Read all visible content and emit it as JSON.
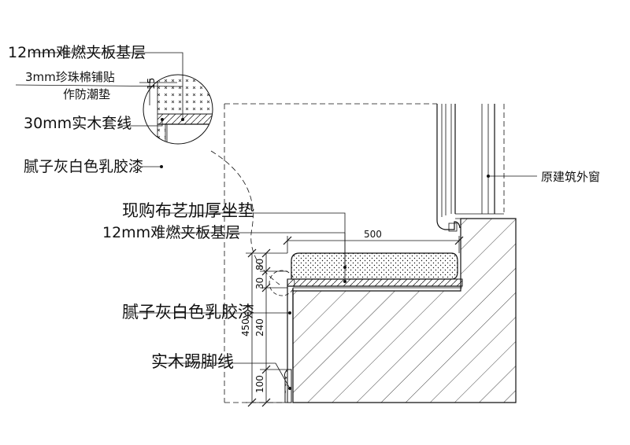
{
  "detail_labels": [
    "12mm难燃夹板基层",
    "3mm珍珠棉铺贴",
    "作防潮垫",
    "30mm实木套线",
    "腻子灰白色乳胶漆"
  ],
  "section_labels": [
    "现购布艺加厚坐垫",
    "12mm难燃夹板基层",
    "腻子灰白色乳胶漆",
    "实木踢脚线"
  ],
  "window_label": "原建筑外窗",
  "dimensions": {
    "seat_width": "500",
    "d30": "30",
    "d80": "80",
    "d240": "240",
    "d100": "100",
    "d450": "450",
    "d15": "15"
  }
}
